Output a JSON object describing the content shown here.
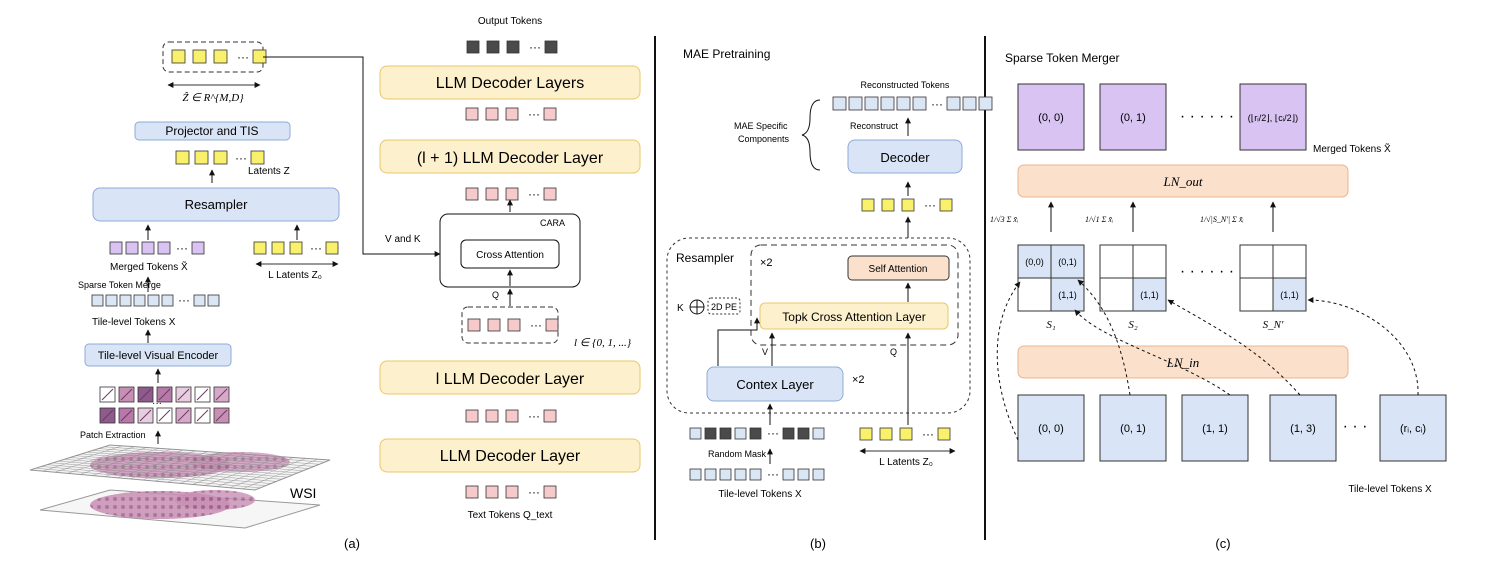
{
  "colors": {
    "yellow": "#f9f06b",
    "blue": "#dbe6f5",
    "pink": "#f6c9cb",
    "purple": "#d9c3f3",
    "dark": "#4a4a4a",
    "llm_fill": "#fdf0cc",
    "llm_border": "#e9c86a",
    "blue_box": "#d9e5f6",
    "blue_border": "#8da9d8",
    "ln_fill": "#fbe0cc",
    "ln_border": "#e9b48f"
  },
  "panel_a": {
    "caption": "(a)",
    "z_hat_label": "Ẑ ∈ R^{M,D}",
    "projector": "Projector and TIS",
    "latents_label": "Latents Z",
    "resampler": "Resampler",
    "merged_tokens": "Merged Tokens X̃",
    "l_latents": "L Latents Z₀",
    "sparse_merge": "Sparse Token Merge",
    "tile_tokens": "Tile-level Tokens X",
    "encoder": "Tile-level Visual Encoder",
    "patch_extraction": "Patch Extraction",
    "wsi": "WSI",
    "output_tokens": "Output Tokens",
    "llm_layers": "LLM Decoder Layers",
    "llm_l1": "(l + 1) LLM Decoder Layer",
    "cara": "CARA",
    "v_and_k": "V and K",
    "cross_attention": "Cross Attention",
    "q": "Q",
    "l_range": "l ∈ {0, 1, ...}",
    "llm_l": "l LLM Decoder Layer",
    "llm_layer": "LLM Decoder Layer",
    "text_tokens": "Text Tokens Q_text"
  },
  "panel_b": {
    "caption": "(b)",
    "title": "MAE Pretraining",
    "reconstructed": "Reconstructed Tokens",
    "mae_specific_1": "MAE Specific",
    "mae_specific_2": "Components",
    "reconstruct": "Reconstruct",
    "decoder": "Decoder",
    "resampler": "Resampler",
    "times2": "×2",
    "self_attention": "Self Attention",
    "k": "K",
    "pe": "2D PE",
    "topk": "Topk Cross Attention Layer",
    "v": "V",
    "q": "Q",
    "contex": "Contex Layer",
    "times2b": "×2",
    "random_mask": "Random Mask",
    "tile_tokens": "Tile-level Tokens X",
    "l_latents": "L Latents Z₀"
  },
  "panel_c": {
    "caption": "(c)",
    "title": "Sparse Token Merger",
    "merged_labels": [
      "(0, 0)",
      "(0, 1)",
      "(⌊rᵢ/2⌋, ⌊cᵢ/2⌋)"
    ],
    "merged_tokens": "Merged Tokens X̃",
    "ln_out": "LN_out",
    "ln_in": "LN_in",
    "formula_1": "1/√3 Σ x̃ᵢ",
    "formula_2": "1/√1 Σ x̃ᵢ",
    "formula_3": "1/√|S_N'| Σ x̃ᵢ",
    "grid_labels": [
      "(0,0)",
      "(0,1)",
      "(1,1)"
    ],
    "set_labels": [
      "S₁",
      "S₂",
      "S_N'"
    ],
    "tile_labels": [
      "(0, 0)",
      "(0, 1)",
      "(1, 1)",
      "(1, 3)",
      "(rᵢ, cᵢ)"
    ],
    "dots": "· · · · · ·",
    "tile_tokens": "Tile-level Tokens X"
  }
}
